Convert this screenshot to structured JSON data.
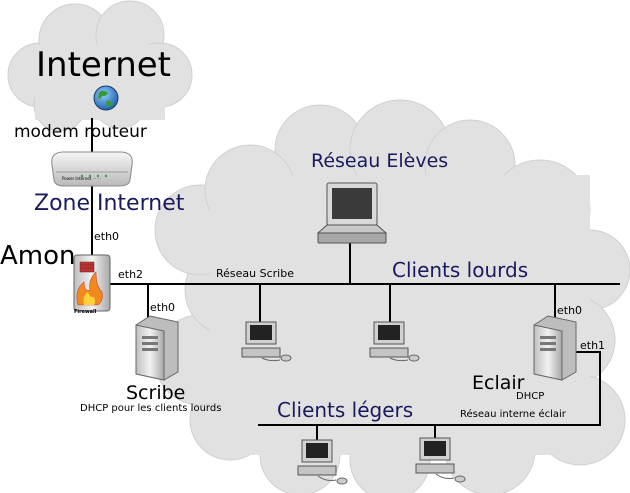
{
  "labels": {
    "internet": "Internet",
    "modem_routeur": "modem routeur",
    "zone_internet": "Zone Internet",
    "amon": "Amon",
    "amon_eth0": "eth0",
    "amon_eth2": "eth2",
    "firewall_badge": "Firewall",
    "reseau_eleves": "Réseau Elèves",
    "reseau_scribe": "Réseau Scribe",
    "clients_lourds": "Clients lourds",
    "scribe_eth0": "eth0",
    "scribe": "Scribe",
    "scribe_dhcp": "DHCP pour les clients lourds",
    "eclair_eth0": "eth0",
    "eclair_eth1": "eth1",
    "eclair": "Eclair",
    "eclair_dhcp": "DHCP",
    "clients_legers": "Clients légers",
    "reseau_interne_eclair": "Réseau interne éclair",
    "modem_leds": "Power  Internet  ·  ·  ·  ·"
  },
  "colors": {
    "cloud": "#e1e1e1",
    "cloud_edge": "#c9c9c9",
    "line": "#000000",
    "navy_text": "#1a1a5e",
    "firewall_flame": "#f08a1c",
    "server_body": "#d9d9d9"
  },
  "icons": [
    "globe-icon",
    "modem-icon",
    "firewall-server-icon",
    "server-icon",
    "laptop-icon",
    "workstation-icon"
  ]
}
